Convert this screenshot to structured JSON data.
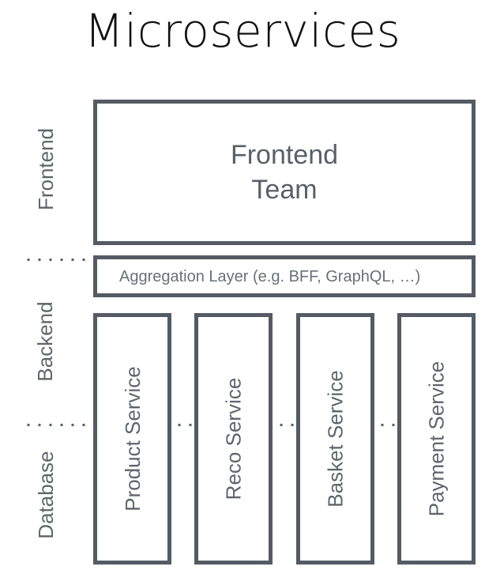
{
  "title": "Microservices",
  "axis_labels": [
    {
      "name": "frontend",
      "label": "Frontend"
    },
    {
      "name": "backend",
      "label": "Backend"
    },
    {
      "name": "database",
      "label": "Database"
    }
  ],
  "frontend_team": {
    "label": "Frontend\nTeam"
  },
  "aggregation_layer": {
    "label": "Aggregation Layer (e.g. BFF, GraphQL, …)"
  },
  "services": [
    {
      "label": "Product Service"
    },
    {
      "label": "Reco Service"
    },
    {
      "label": "Basket Service"
    },
    {
      "label": "Payment Service"
    }
  ],
  "colors": {
    "border": "#545b64",
    "box_text": "#5a5f68",
    "axis_text": "#5f636b",
    "dot": "#5a616b",
    "title_text": "#111111",
    "background": "#ffffff"
  }
}
